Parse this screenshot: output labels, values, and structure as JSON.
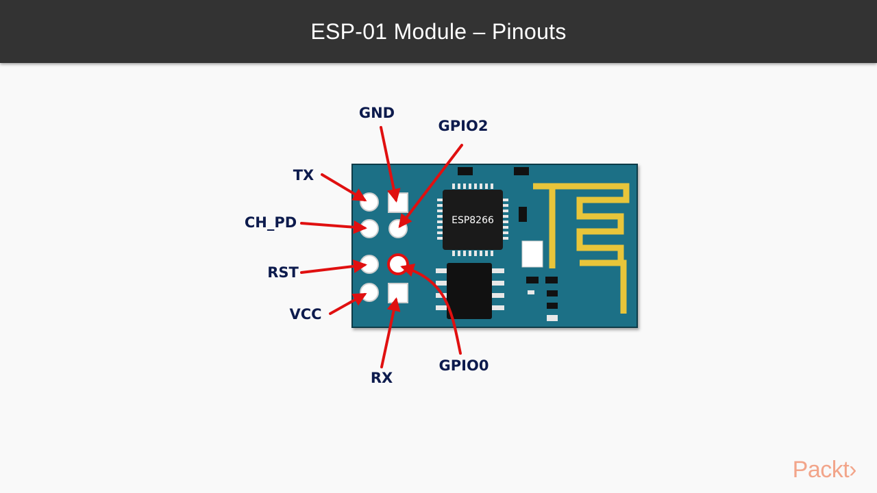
{
  "slide": {
    "title": "ESP-01 Module – Pinouts"
  },
  "module": {
    "chip_label": "ESP8266"
  },
  "pins": {
    "gnd": "GND",
    "gpio2": "GPIO2",
    "tx": "TX",
    "ch_pd": "CH_PD",
    "rst": "RST",
    "vcc": "VCC",
    "rx": "RX",
    "gpio0": "GPIO0"
  },
  "brand": {
    "logo_text": "Packt›"
  },
  "colors": {
    "title_bar": "#333333",
    "board": "#1d6f86",
    "arrow": "#e01010",
    "label": "#0d1b4d",
    "antenna": "#e8c53a",
    "logo": "#f2a58a",
    "highlight_pin": "#e01010"
  }
}
